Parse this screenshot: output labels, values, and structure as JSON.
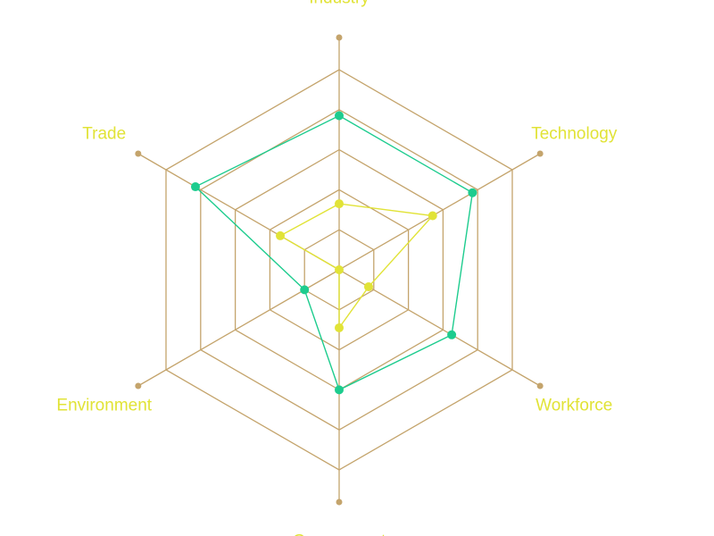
{
  "chart_data": {
    "type": "radar",
    "axes": [
      "Industry",
      "Technology",
      "Workforce",
      "Government",
      "Environment",
      "Trade"
    ],
    "rlim": [
      0,
      100
    ],
    "rings": 5,
    "grid": true,
    "series": [
      {
        "values": [
          77,
          77,
          65,
          60,
          20,
          83
        ],
        "color": "#1dcc8e"
      },
      {
        "values": [
          33,
          54,
          17,
          29,
          0,
          34
        ],
        "color": "#e1e337"
      }
    ],
    "colors": {
      "grid": "#c4a46c",
      "label": "#e1e337",
      "background": "#ffffff"
    }
  }
}
